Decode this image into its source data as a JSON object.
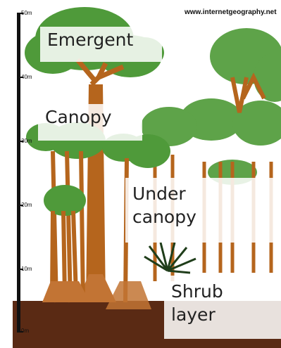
{
  "site": {
    "url": "www.internetgeography.net"
  },
  "scale": {
    "labels": [
      "50m",
      "40m",
      "30m",
      "20m",
      "10m",
      "0m"
    ],
    "bar_color": "#111111"
  },
  "layers": {
    "emergent": "Emergent",
    "canopy": "Canopy",
    "under_line1": "Under",
    "under_line2": "canopy",
    "shrub_line1": "Shrub",
    "shrub_line2": "layer"
  },
  "colors": {
    "foliage": "#4f9a3a",
    "foliage_light": "#8fc47c",
    "trunk": "#b5651d",
    "soil": "#5a2a14"
  }
}
